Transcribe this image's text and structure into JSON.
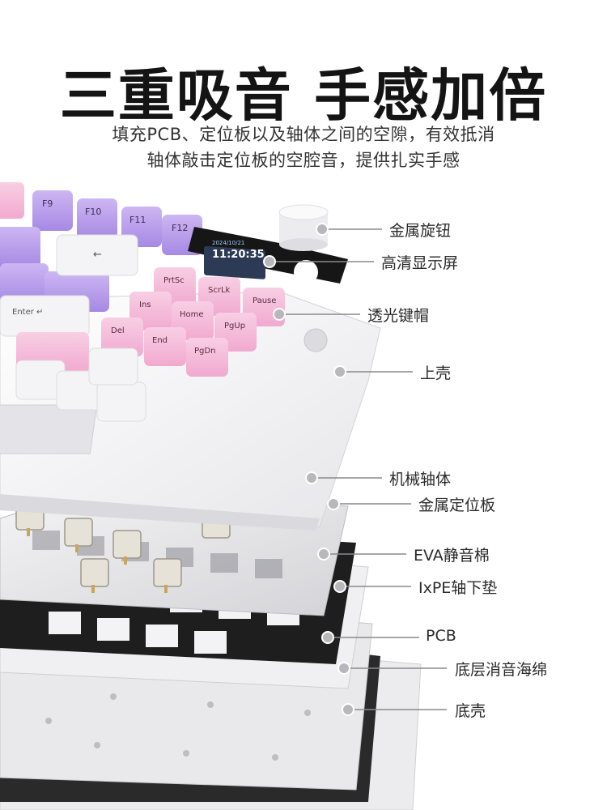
{
  "headline": "三重吸音 手感加倍",
  "subtitle": {
    "line1": "填充PCB、定位板以及轴体之间的空隙，有效抵消",
    "line2": "轴体敲击定位板的空腔音，提供扎实手感"
  },
  "keycaps": {
    "fn": [
      "F9",
      "F10",
      "F11",
      "F12"
    ],
    "nav": [
      "PrtSc",
      "ScrLk",
      "Pause",
      "Ins",
      "Home",
      "PgUp",
      "Del",
      "End",
      "PgDn"
    ],
    "enter": "Enter ↵",
    "backspace": "←"
  },
  "screen": {
    "date": "2024/10/21",
    "time": "11:20:35"
  },
  "labels": [
    "金属旋钮",
    "高清显示屏",
    "透光键帽",
    "上壳",
    "机械轴体",
    "金属定位板",
    "EVA静音棉",
    "IxPE轴下垫",
    "PCB",
    "底层消音海绵",
    "底壳"
  ],
  "colors": {
    "lavender": "#b89bea",
    "pink": "#f4b6d6",
    "case": "#f2f2f4",
    "foam": "#1e1e1e"
  }
}
